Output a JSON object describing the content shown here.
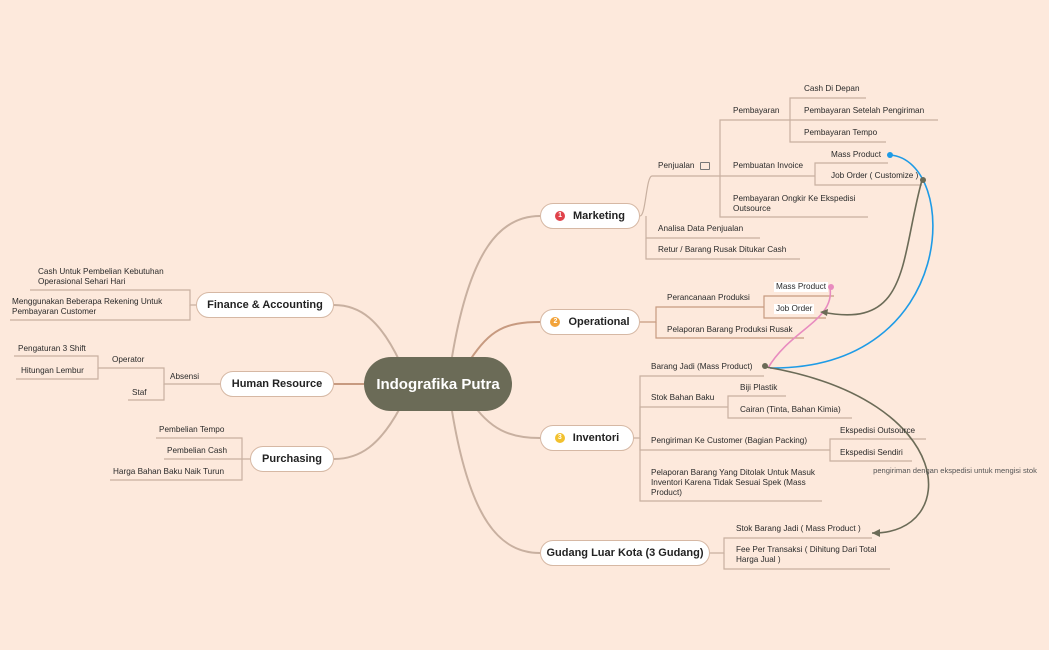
{
  "colors": {
    "background": "#fde9dc",
    "center_fill": "#6b6b57",
    "branch_line": "#c8b0a0",
    "connector_blue": "#1e9be6",
    "connector_olive": "#6b6b57",
    "connector_pink": "#e88bbf"
  },
  "center": {
    "title": "Indografika Putra"
  },
  "branches": {
    "marketing": {
      "label": "Marketing",
      "badge": "1",
      "badge_color": "#e0424b",
      "penjualan": "Penjualan",
      "pembayaran": "Pembayaran",
      "cash_di_depan": "Cash Di Depan",
      "pembayaran_setelah": "Pembayaran Setelah Pengiriman",
      "pembayaran_tempo": "Pembayaran Tempo",
      "pembuatan_invoice": "Pembuatan Invoice",
      "mass_product": "Mass Product",
      "job_order": "Job Order ( Customize )",
      "ongkir": "Pembayaran Ongkir Ke Ekspedisi Outsource",
      "analisa": "Analisa Data Penjualan",
      "retur": "Retur / Barang Rusak Ditukar Cash"
    },
    "operational": {
      "label": "Operational",
      "badge": "2",
      "badge_color": "#f2a33a",
      "perencanaan": "Perancanaan Produksi",
      "mass_product": "Mass Product",
      "job_order": "Job Order",
      "pelaporan": "Pelaporan Barang Produksi Rusak"
    },
    "inventori": {
      "label": "Inventori",
      "badge": "3",
      "badge_color": "#f2c12e",
      "barang_jadi": "Barang Jadi (Mass Product)",
      "stok_bahan": "Stok Bahan Baku",
      "biji_plastik": "Biji Plastik",
      "cairan": "Cairan (Tinta, Bahan Kimia)",
      "pengiriman": "Pengiriman Ke Customer (Bagian Packing)",
      "ekspedisi_outsource": "Ekspedisi Outsource",
      "ekspedisi_sendiri": "Ekspedisi Sendiri",
      "pelaporan": "Pelaporan Barang Yang Ditolak Untuk Masuk Inventori Karena Tidak Sesuai Spek (Mass Product)"
    },
    "gudang": {
      "label": "Gudang Luar Kota (3 Gudang)",
      "stok": "Stok Barang Jadi ( Mass Product )",
      "fee": "Fee Per Transaksi ( Dihitung Dari Total Harga Jual )"
    },
    "finance": {
      "label": "Finance & Accounting",
      "cash": "Cash Untuk Pembelian Kebutuhan Operasional Sehari Hari",
      "rekening": "Menggunakan Beberapa Rekening Untuk Pembayaran Customer"
    },
    "hr": {
      "label": "Human Resource",
      "absensi": "Absensi",
      "operator": "Operator",
      "shift": "Pengaturan 3 Shift",
      "lembur": "Hitungan Lembur",
      "staf": "Staf"
    },
    "purchasing": {
      "label": "Purchasing",
      "tempo": "Pembelian Tempo",
      "cash": "Pembelian Cash",
      "harga": "Harga Bahan Baku Naik Turun"
    }
  },
  "relationship_label": "pengiriman dengan ekspedisi untuk mengisi stok"
}
